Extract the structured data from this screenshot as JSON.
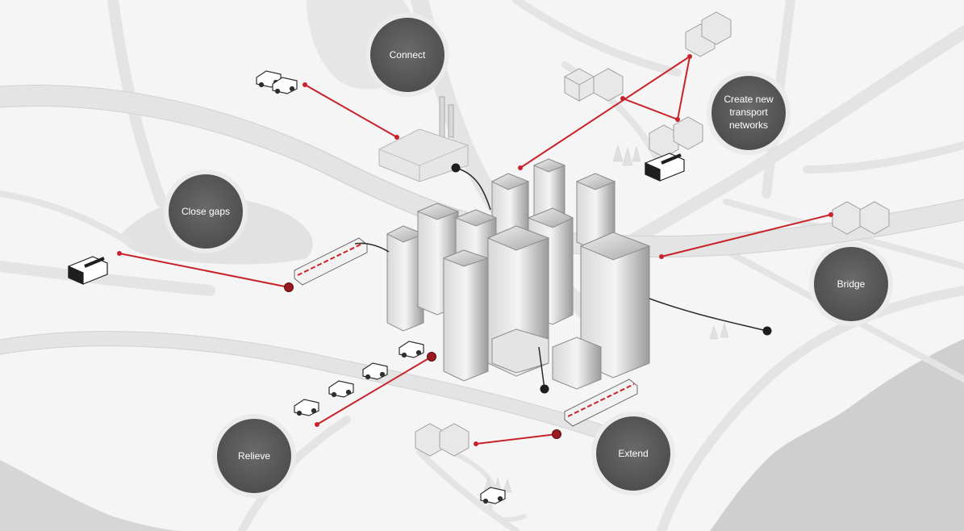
{
  "title": "",
  "labels": {
    "connect": "Connect",
    "create_new": [
      "Create new",
      "transport",
      "networks"
    ],
    "close_gaps": "Close gaps",
    "bridge": "Bridge",
    "relieve": "Relieve",
    "extend": "Extend"
  },
  "colors": {
    "bubble": "#5e5e5e",
    "bubble_ring": "#e2e2e2",
    "link": "#c8232a",
    "link_node": "#9a1a1f",
    "wire": "#2a2a2a",
    "road": "#ebebeb",
    "land": "#f4f4f4",
    "water": "#cfcfcf"
  },
  "icons": [
    "city-skyline-icon",
    "car-icon",
    "bus-icon",
    "train-icon",
    "house-cluster-icon",
    "factory-icon"
  ]
}
